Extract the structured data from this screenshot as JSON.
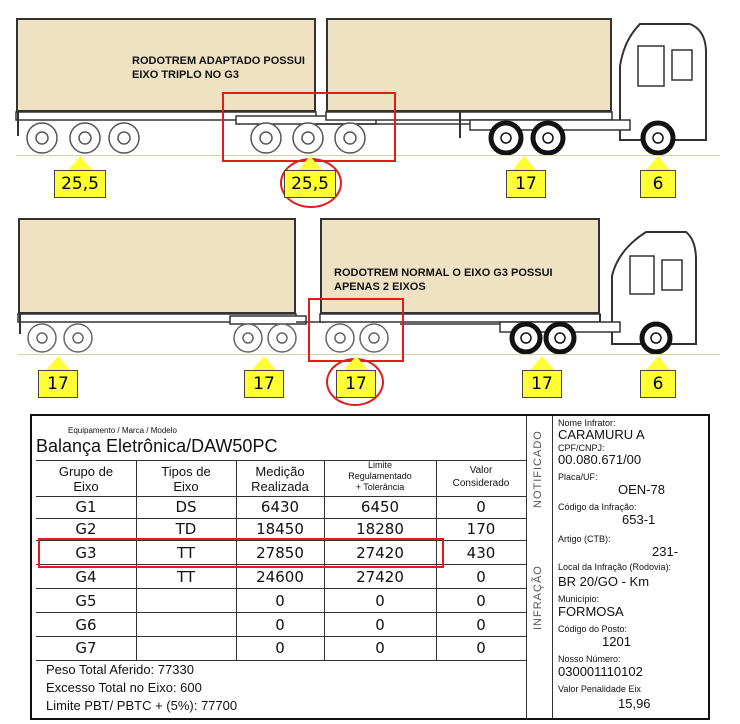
{
  "top_note": "RODOTREM ADAPTADO POSSUI\nEIXO TRIPLO NO G3",
  "bottom_note": "RODOTREM NORMAL O EIXO G3 POSSUI\nAPENAS 2 EIXOS",
  "top_badges": [
    "25,5",
    "25,5",
    "17",
    "6"
  ],
  "bottom_badges": [
    "17",
    "17",
    "17",
    "17",
    "6"
  ],
  "colors": {
    "cargo": "#efe2c3",
    "badge": "#ffff33",
    "highlight": "#e31b1b"
  },
  "document": {
    "equip_caption": "Equipamento / Marca / Modelo",
    "title": "Balança Eletrônica/DAW50PC",
    "headers": {
      "grupo": "Grupo de\nEixo",
      "tipos": "Tipos de\nEixo",
      "medicao": "Medição\nRealizada",
      "limite": "Limite\nRegulamentado\n+ Tolerância",
      "valor": "Valor\nConsiderado"
    },
    "rows": [
      {
        "grupo": "G1",
        "tipo": "DS",
        "medicao": "6430",
        "limite": "6450",
        "valor": "0"
      },
      {
        "grupo": "G2",
        "tipo": "TD",
        "medicao": "18450",
        "limite": "18280",
        "valor": "170"
      },
      {
        "grupo": "G3",
        "tipo": "TT",
        "medicao": "27850",
        "limite": "27420",
        "valor": "430"
      },
      {
        "grupo": "G4",
        "tipo": "TT",
        "medicao": "24600",
        "limite": "27420",
        "valor": "0"
      },
      {
        "grupo": "G5",
        "tipo": "",
        "medicao": "0",
        "limite": "0",
        "valor": "0"
      },
      {
        "grupo": "G6",
        "tipo": "",
        "medicao": "0",
        "limite": "0",
        "valor": "0"
      },
      {
        "grupo": "G7",
        "tipo": "",
        "medicao": "0",
        "limite": "0",
        "valor": "0"
      }
    ],
    "footer": [
      "Peso Total Aferido: 77330",
      "Excesso Total no Eixo: 600",
      "Limite PBT/ PBTC + (5%): 77700"
    ],
    "side_labels": {
      "notificado": "NOTIFICADO",
      "infracao": "INFRAÇÃO"
    },
    "side_fields": [
      {
        "label": "Nome Infrator:",
        "value": "CARAMURU A"
      },
      {
        "label": "CPF/CNPJ:",
        "value": "00.080.671/00"
      },
      {
        "label": "Placa/UF:",
        "value": "OEN-78"
      },
      {
        "label": "Código da Infração:",
        "value": "653-1"
      },
      {
        "label": "Artigo (CTB):",
        "value": "231-"
      },
      {
        "label": "Local da Infração (Rodovia):",
        "value": "BR 20/GO - Km"
      },
      {
        "label": "Município:",
        "value": "FORMOSA"
      },
      {
        "label": "Código do Posto:",
        "value": "1201"
      },
      {
        "label": "Nosso Número:",
        "value": "030001110102"
      },
      {
        "label": "Valor Penalidade Eix",
        "value": "15,96"
      }
    ]
  }
}
